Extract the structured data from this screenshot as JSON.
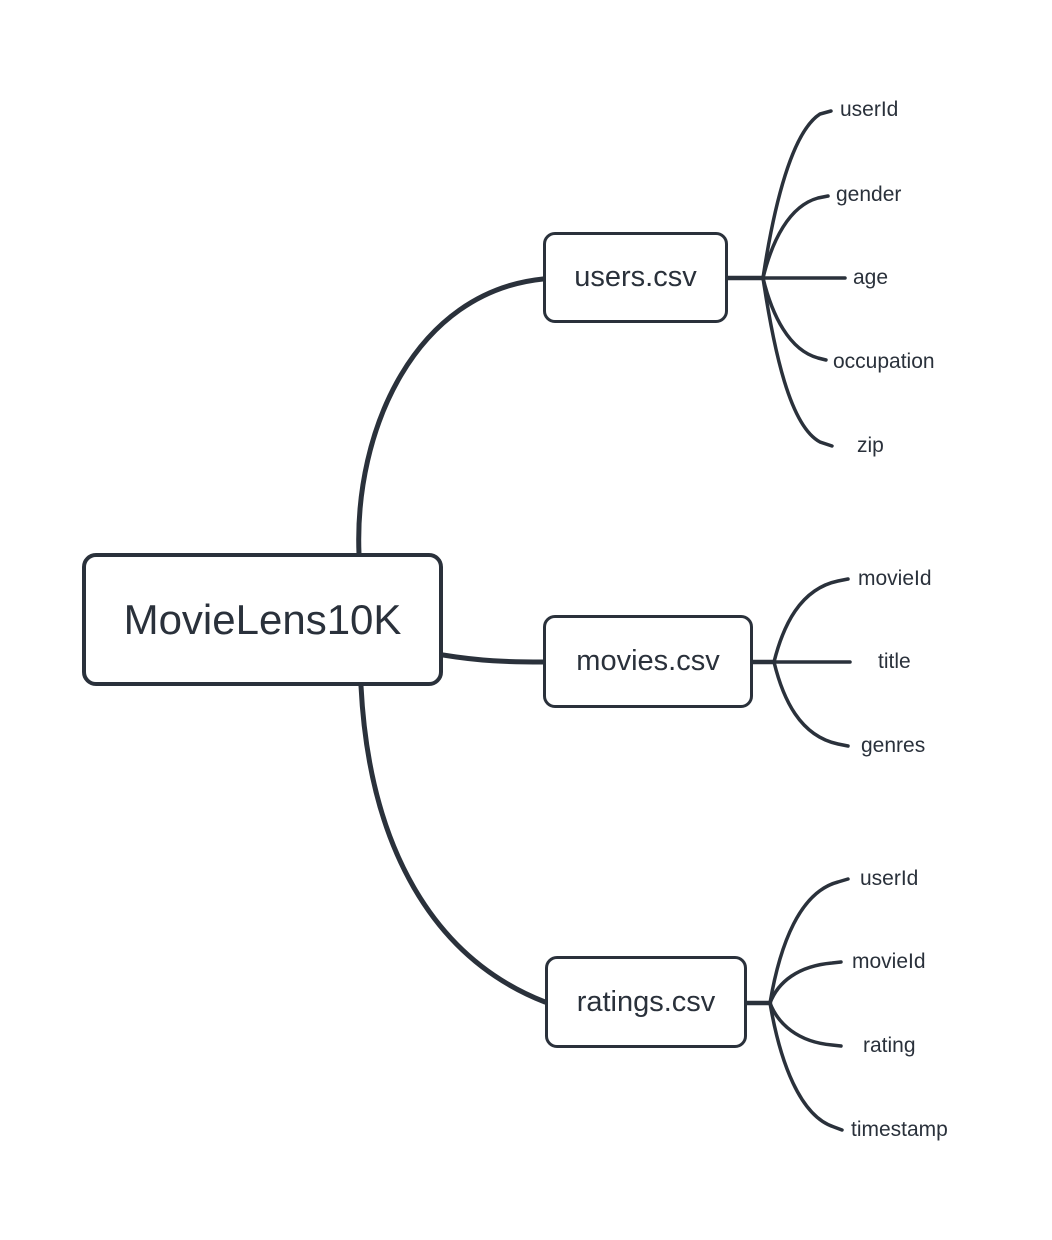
{
  "diagram": {
    "type": "mindmap",
    "root": {
      "label": "MovieLens10K"
    },
    "branches": [
      {
        "label": "users.csv",
        "children": [
          "userId",
          "gender",
          "age",
          "occupation",
          "zip"
        ]
      },
      {
        "label": "movies.csv",
        "children": [
          "movieId",
          "title",
          "genres"
        ]
      },
      {
        "label": "ratings.csv",
        "children": [
          "userId",
          "movieId",
          "rating",
          "timestamp"
        ]
      }
    ]
  },
  "colors": {
    "stroke": "#2a313b",
    "text": "#2a313b",
    "node_fill": "#ffffff",
    "background": "#ffffff"
  }
}
